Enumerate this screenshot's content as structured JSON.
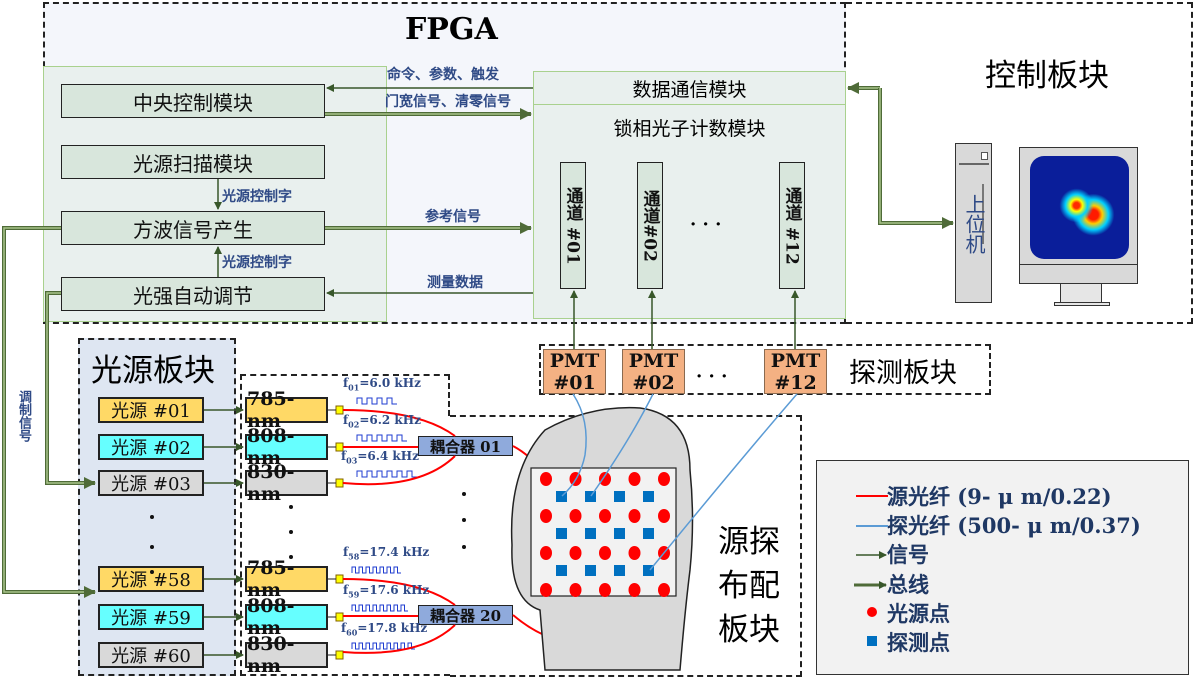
{
  "fpga": {
    "title": "FPGA",
    "modules": {
      "central_control": "中央控制模块",
      "light_scan": "光源扫描模块",
      "square_wave": "方波信号产生",
      "auto_intensity": "光强自动调节",
      "data_comm": "数据通信模块",
      "lockin_counter": "锁相光子计数模块"
    },
    "labels": {
      "cmd_params_trigger": "命令、参数、触发",
      "gate_clear": "门宽信号、清零信号",
      "light_ctrl_word_1": "光源控制字",
      "light_ctrl_word_2": "光源控制字",
      "reference_signal": "参考信号",
      "measurement_data": "测量数据"
    },
    "channels": [
      "通道 #01",
      "通道#02",
      "通道 #12"
    ],
    "channel_ellipsis": "· · ·"
  },
  "control_block": {
    "title": "控制板块",
    "host_label": "上位机"
  },
  "light_source_block": {
    "title": "光源板块",
    "modulation_label": "调制信号",
    "sources": [
      {
        "label": "光源 #01",
        "color": "#ffd966"
      },
      {
        "label": "光源 #02",
        "color": "#66ffff"
      },
      {
        "label": "光源  #03",
        "color": "#d9d9d9"
      },
      {
        "label": "光源  #58",
        "color": "#ffd966"
      },
      {
        "label": "光源  #59",
        "color": "#66ffff"
      },
      {
        "label": "光源  #60",
        "color": "#d9d9d9"
      }
    ],
    "wavelengths": [
      {
        "label": "785-nm",
        "color": "#ffd966"
      },
      {
        "label": "808-nm",
        "color": "#66ffff"
      },
      {
        "label": "830-nm",
        "color": "#d9d9d9"
      },
      {
        "label": "785-nm",
        "color": "#ffd966"
      },
      {
        "label": "808-nm",
        "color": "#66ffff"
      },
      {
        "label": "830-nm",
        "color": "#d9d9d9"
      }
    ],
    "frequencies": [
      {
        "sub": "01",
        "value": "=6.0 kHz"
      },
      {
        "sub": "02",
        "value": "=6.2 kHz"
      },
      {
        "sub": "03",
        "value": "=6.4 kHz"
      },
      {
        "sub": "58",
        "value": "=17.4 kHz"
      },
      {
        "sub": "59",
        "value": "=17.6 kHz"
      },
      {
        "sub": "60",
        "value": "=17.8 kHz"
      }
    ],
    "couplers": [
      "耦合器 01",
      "耦合器  20"
    ]
  },
  "detector_block": {
    "title": "探测板块",
    "pmts": [
      {
        "line1": "PMT",
        "line2": "#01"
      },
      {
        "line1": "PMT",
        "line2": "#02"
      },
      {
        "line1": "PMT",
        "line2": "#12"
      }
    ],
    "ellipsis": "· · ·"
  },
  "layout_block": {
    "title_lines": [
      "源探",
      "布配",
      "板块"
    ],
    "grid": {
      "source_rows": 4,
      "source_cols": 5,
      "detector_rows": 3,
      "detector_cols": 4
    }
  },
  "legend": {
    "items": [
      {
        "type": "line",
        "color": "#ff0000",
        "label": "源光纤 (9- μ m/0.22)"
      },
      {
        "type": "line",
        "color": "#5b9bd5",
        "label": "探光纤 (500- μ m/0.37)"
      },
      {
        "type": "arrow",
        "color": "#38572a",
        "label": "信号"
      },
      {
        "type": "bus",
        "color": "#38572a",
        "label": "总线"
      },
      {
        "type": "circle",
        "color": "#ff0000",
        "label": "光源点"
      },
      {
        "type": "square",
        "color": "#0070c0",
        "label": "探测点"
      }
    ]
  },
  "colors": {
    "signal_green": "#38572a",
    "bus_green": "#70864f",
    "source_fiber": "#ff0000",
    "detector_fiber": "#5b9bd5",
    "label_blue": "#2f4a86",
    "pmt_orange": "#f4b183",
    "coupler_blue": "#8faadc",
    "module_fill": "#d8e6dc"
  }
}
